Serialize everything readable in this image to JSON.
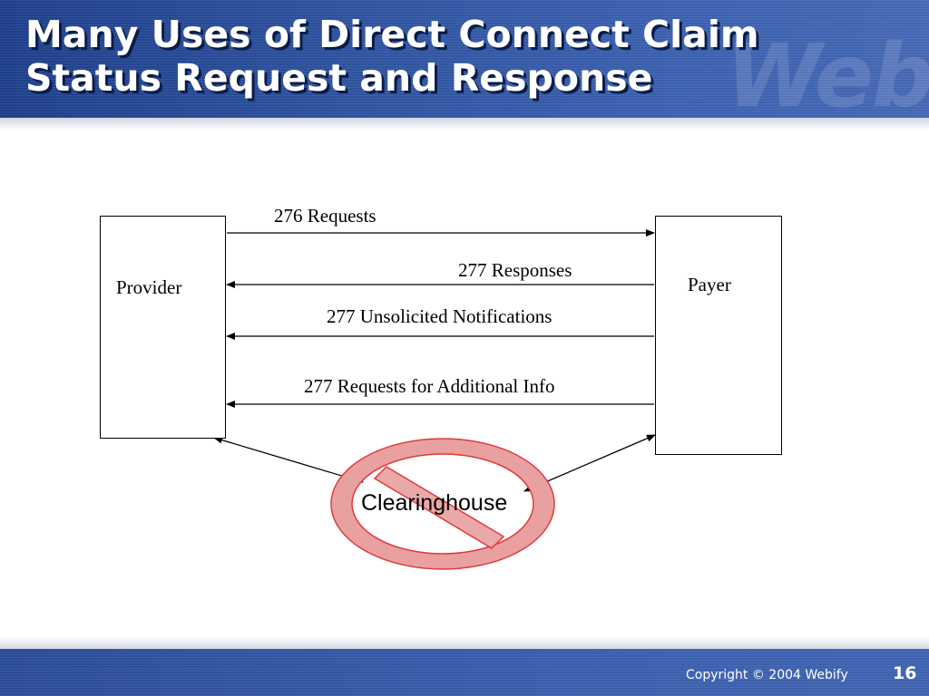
{
  "header": {
    "title_line1": "Many Uses of Direct Connect Claim",
    "title_line2": "Status Request and Response",
    "watermark": "Webify"
  },
  "diagram": {
    "provider_label": "Provider",
    "payer_label": "Payer",
    "clearinghouse_label": "Clearinghouse",
    "messages": [
      {
        "label": "276 Requests",
        "direction": "provider-to-payer"
      },
      {
        "label": "277 Responses",
        "direction": "payer-to-provider"
      },
      {
        "label": "277 Unsolicited Notifications",
        "direction": "payer-to-provider"
      },
      {
        "label": "277 Requests for Additional Info",
        "direction": "payer-to-provider"
      }
    ],
    "no_symbol_color": "#e03a3a",
    "no_symbol_fill": "#e8a0a0"
  },
  "footer": {
    "copyright": "Copyright © 2004 Webify",
    "page_number": "16"
  }
}
